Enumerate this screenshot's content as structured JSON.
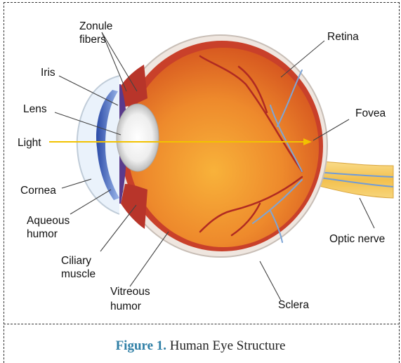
{
  "caption": {
    "figure_label": "Figure 1.",
    "text": "Human Eye Structure",
    "label_color": "#2f7fa6"
  },
  "labels": {
    "zonule_line1": "Zonule",
    "zonule_line2": "fibers",
    "retina": "Retina",
    "iris": "Iris",
    "lens": "Lens",
    "fovea": "Fovea",
    "light": "Light",
    "cornea": "Cornea",
    "aqueous_line1": "Aqueous",
    "aqueous_line2": "humor",
    "optic_nerve": "Optic nerve",
    "ciliary_line1": "Ciliary",
    "ciliary_line2": "muscle",
    "vitreous_line1": "Vitreous",
    "vitreous_line2": "humor",
    "sclera": "Sclera"
  },
  "colors": {
    "light_ray": "#f2c200",
    "eyeball": "#e8792c",
    "retina_layer": "#c9402a",
    "cornea": "#3e5fb8",
    "lens": "#e6e6e6",
    "optic_nerve": "#f3c857"
  }
}
